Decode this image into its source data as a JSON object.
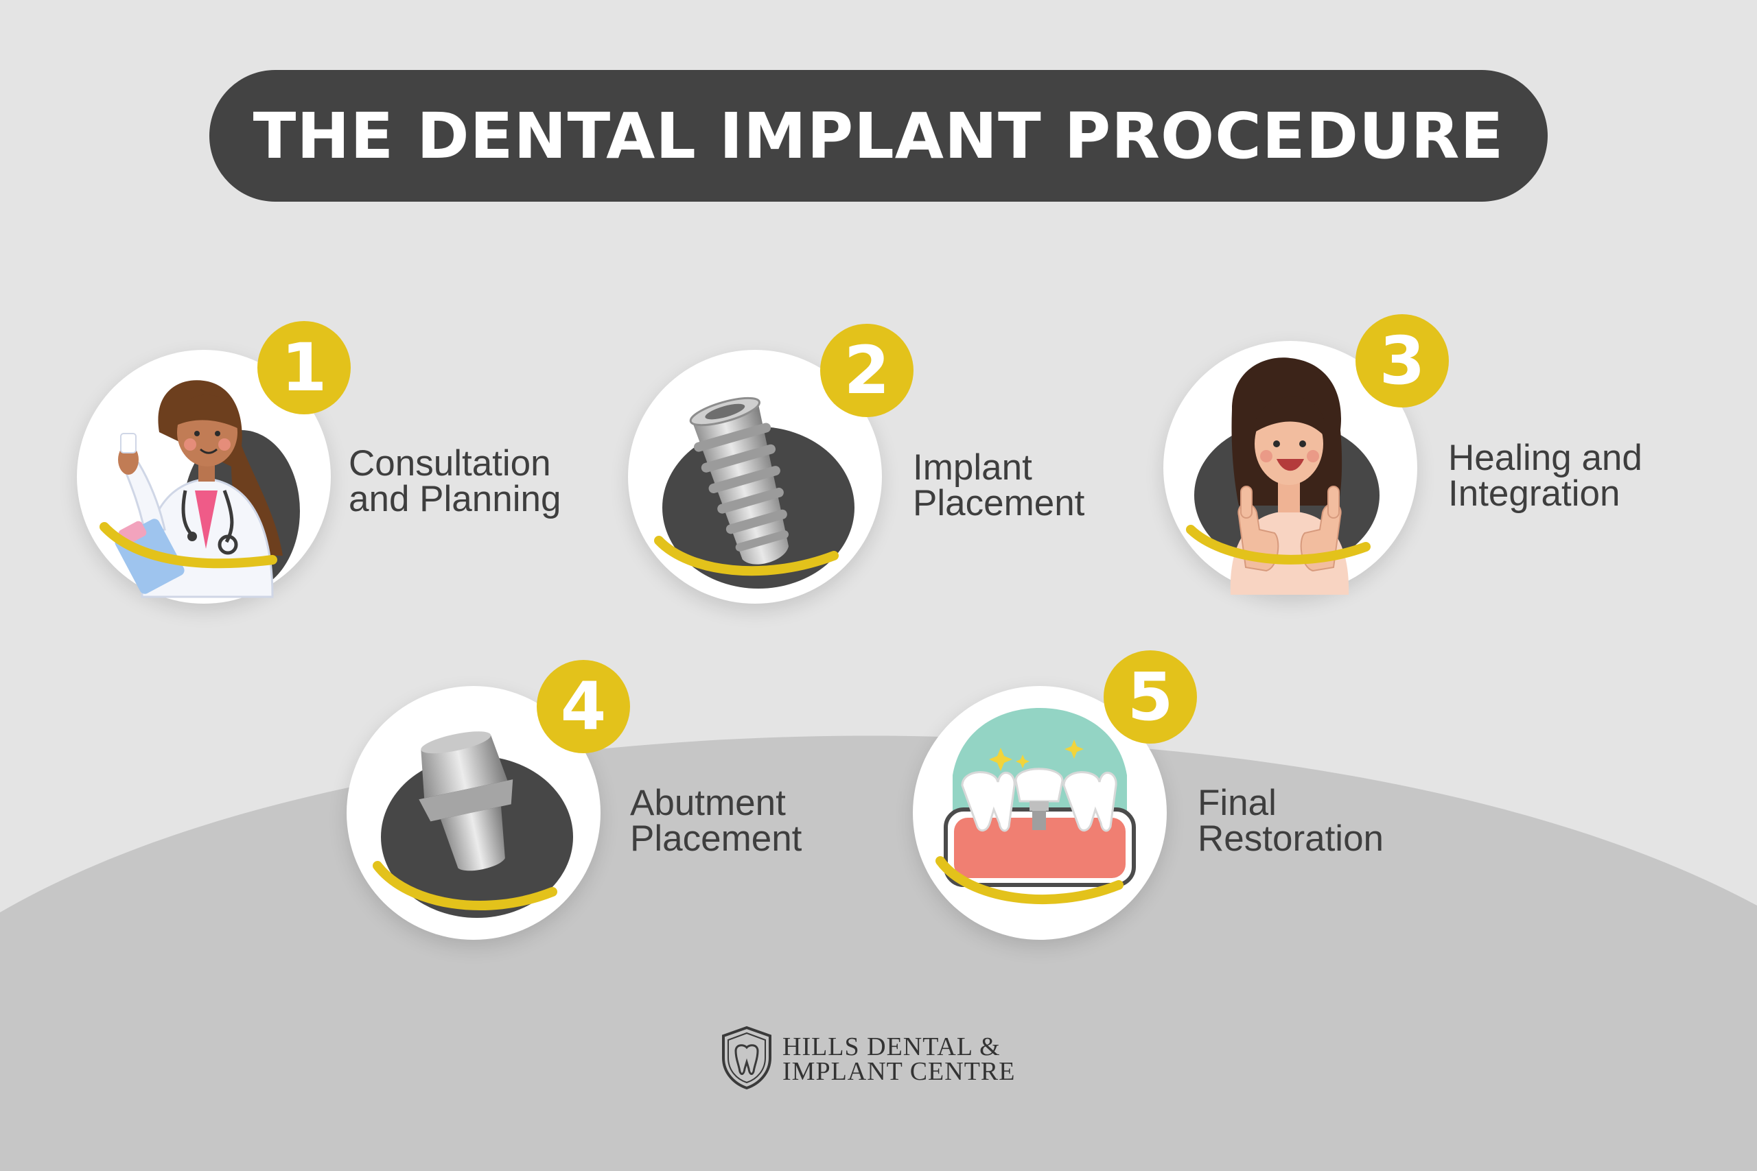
{
  "title": "THE DENTAL IMPLANT PROCEDURE",
  "colors": {
    "background_light": "#e4e4e4",
    "background_dark": "#c6c6c6",
    "banner": "#434343",
    "accent_yellow": "#e3c21b",
    "card": "#ffffff",
    "text": "#3e3e3e",
    "illustration_dark": "#474747"
  },
  "steps": [
    {
      "number": "1",
      "label_line1": "Consultation",
      "label_line2": "and Planning",
      "icon": "doctor-with-clipboard-icon"
    },
    {
      "number": "2",
      "label_line1": "Implant",
      "label_line2": "Placement",
      "icon": "implant-screw-icon"
    },
    {
      "number": "3",
      "label_line1": "Healing and",
      "label_line2": "Integration",
      "icon": "happy-patient-thumbs-up-icon"
    },
    {
      "number": "4",
      "label_line1": "Abutment",
      "label_line2": "Placement",
      "icon": "abutment-icon"
    },
    {
      "number": "5",
      "label_line1": "Final",
      "label_line2": "Restoration",
      "icon": "teeth-with-crown-icon"
    }
  ],
  "logo": {
    "line1": "HILLS DENTAL &",
    "line2": "IMPLANT CENTRE",
    "icon": "tooth-shield-icon"
  }
}
